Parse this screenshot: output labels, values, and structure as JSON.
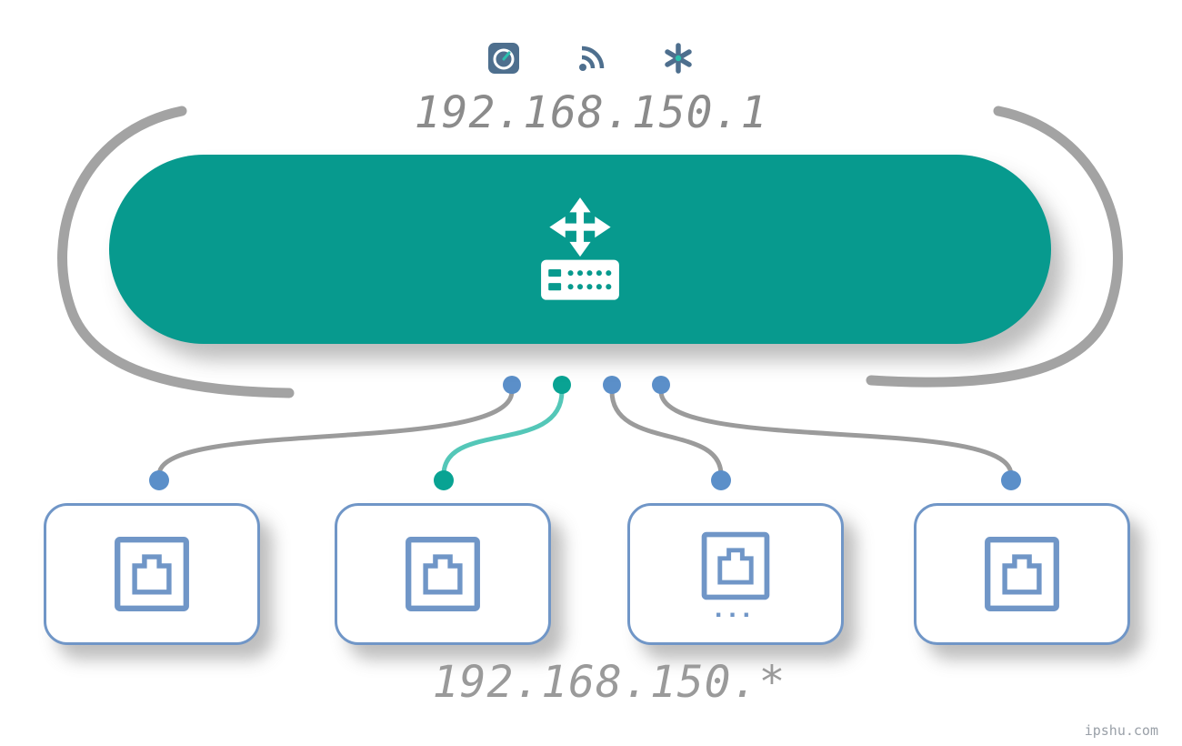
{
  "diagram": {
    "router": {
      "ip": "192.168.150.1",
      "icon": "router-switch-icon",
      "color": "#079a8e"
    },
    "subnet": "192.168.150.*",
    "watermark": "ipshu.com",
    "top_icons": [
      {
        "name": "gauge-icon",
        "color": "#4e6f8e"
      },
      {
        "name": "signal-icon",
        "color": "#4e6f8e"
      },
      {
        "name": "asterisk-icon",
        "color": "#4e6f8e"
      }
    ],
    "links": [
      {
        "port_dot_color": "#5b8fc9",
        "line_color": "#9b9b9b",
        "device_dot_color": "#5b8fc9"
      },
      {
        "port_dot_color": "#09a393",
        "line_color": "#54c7b8",
        "device_dot_color": "#09a393"
      },
      {
        "port_dot_color": "#5b8fc9",
        "line_color": "#9b9b9b",
        "device_dot_color": "#5b8fc9"
      },
      {
        "port_dot_color": "#5b8fc9",
        "line_color": "#9b9b9b",
        "device_dot_color": "#5b8fc9"
      }
    ],
    "devices": [
      {
        "icon": "ethernet-port-icon"
      },
      {
        "icon": "ethernet-port-icon"
      },
      {
        "icon": "ethernet-port-icon",
        "note": "..."
      },
      {
        "icon": "ethernet-port-icon"
      }
    ],
    "colors": {
      "teal": "#079a8e",
      "device_border_blue": "#7096c7",
      "arc_gray": "#a3a3a3",
      "text_gray": "#8b8b8b"
    }
  }
}
